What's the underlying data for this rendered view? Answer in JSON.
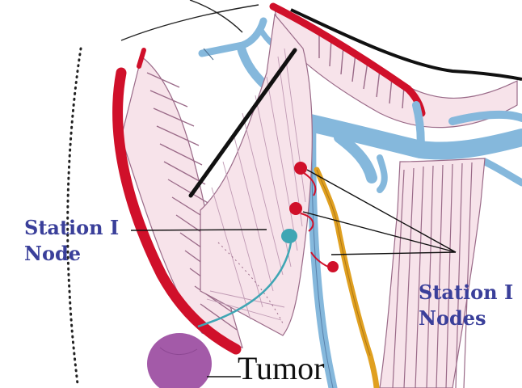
{
  "labels": {
    "station_one": [
      "Station I",
      "Node"
    ],
    "station_two": [
      "Station I",
      "Nodes"
    ],
    "tumor": "Tumor"
  },
  "colors": {
    "label_blue": "#3a3f9a",
    "red": "#d0102a",
    "muscle_fill": "#f7e3ea",
    "muscle_line": "#9a6a88",
    "vessel": "#85b8dc",
    "nerve": "#e0a020",
    "node": "#3fa6b4",
    "tumor": "#a35aa8",
    "ink": "#111111"
  }
}
